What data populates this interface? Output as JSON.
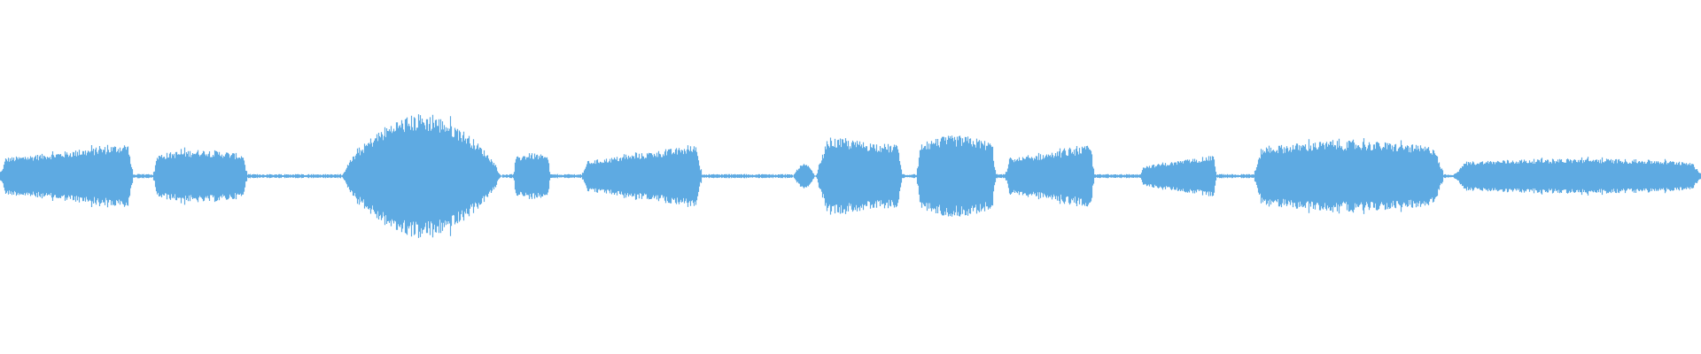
{
  "waveform": {
    "color": "#5eaae2",
    "background": "#ffffff",
    "centerline": "visible",
    "segments": [
      {
        "start": 0.0,
        "end": 0.078,
        "peak": 0.19,
        "shape": "swell"
      },
      {
        "start": 0.09,
        "end": 0.145,
        "peak": 0.15,
        "shape": "plateau"
      },
      {
        "start": 0.2,
        "end": 0.295,
        "peak": 0.35,
        "shape": "dome"
      },
      {
        "start": 0.302,
        "end": 0.323,
        "peak": 0.13,
        "shape": "plateau"
      },
      {
        "start": 0.342,
        "end": 0.412,
        "peak": 0.18,
        "shape": "ramp-up"
      },
      {
        "start": 0.466,
        "end": 0.479,
        "peak": 0.07,
        "shape": "blip"
      },
      {
        "start": 0.479,
        "end": 0.53,
        "peak": 0.22,
        "shape": "front"
      },
      {
        "start": 0.539,
        "end": 0.585,
        "peak": 0.23,
        "shape": "plateau"
      },
      {
        "start": 0.591,
        "end": 0.643,
        "peak": 0.18,
        "shape": "swell"
      },
      {
        "start": 0.67,
        "end": 0.715,
        "peak": 0.12,
        "shape": "ramp-up"
      },
      {
        "start": 0.737,
        "end": 0.848,
        "peak": 0.2,
        "shape": "plateau"
      },
      {
        "start": 0.855,
        "end": 1.0,
        "peak": 0.1,
        "shape": "plateau"
      }
    ],
    "noise_floor": 0.012
  }
}
